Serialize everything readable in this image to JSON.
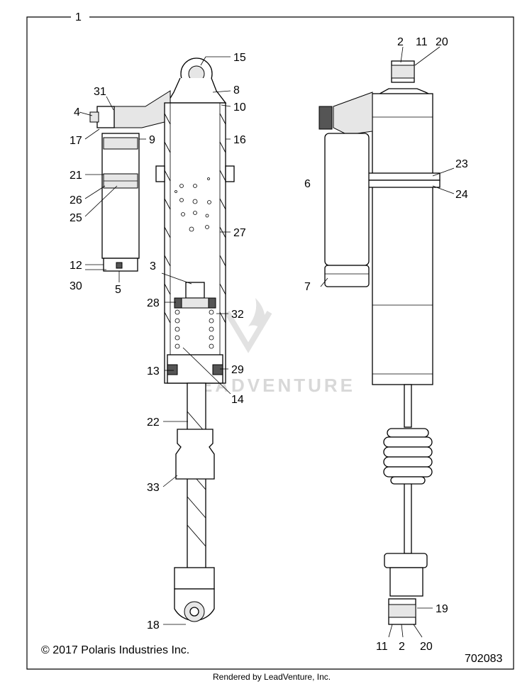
{
  "diagram": {
    "frame_label": "1",
    "copyright": "© 2017 Polaris Industries Inc.",
    "diagram_number": "702083",
    "footer": "Rendered by LeadVenture, Inc.",
    "watermark": "LEADVENTURE",
    "callouts_left": [
      "15",
      "8",
      "10",
      "16",
      "31",
      "4",
      "17",
      "9",
      "21",
      "26",
      "25",
      "27",
      "12",
      "30",
      "5",
      "3",
      "28",
      "32",
      "13",
      "29",
      "14",
      "22",
      "33",
      "18"
    ],
    "callouts_right": [
      "2",
      "11",
      "20",
      "6",
      "23",
      "24",
      "7",
      "19",
      "11",
      "2",
      "20"
    ]
  }
}
